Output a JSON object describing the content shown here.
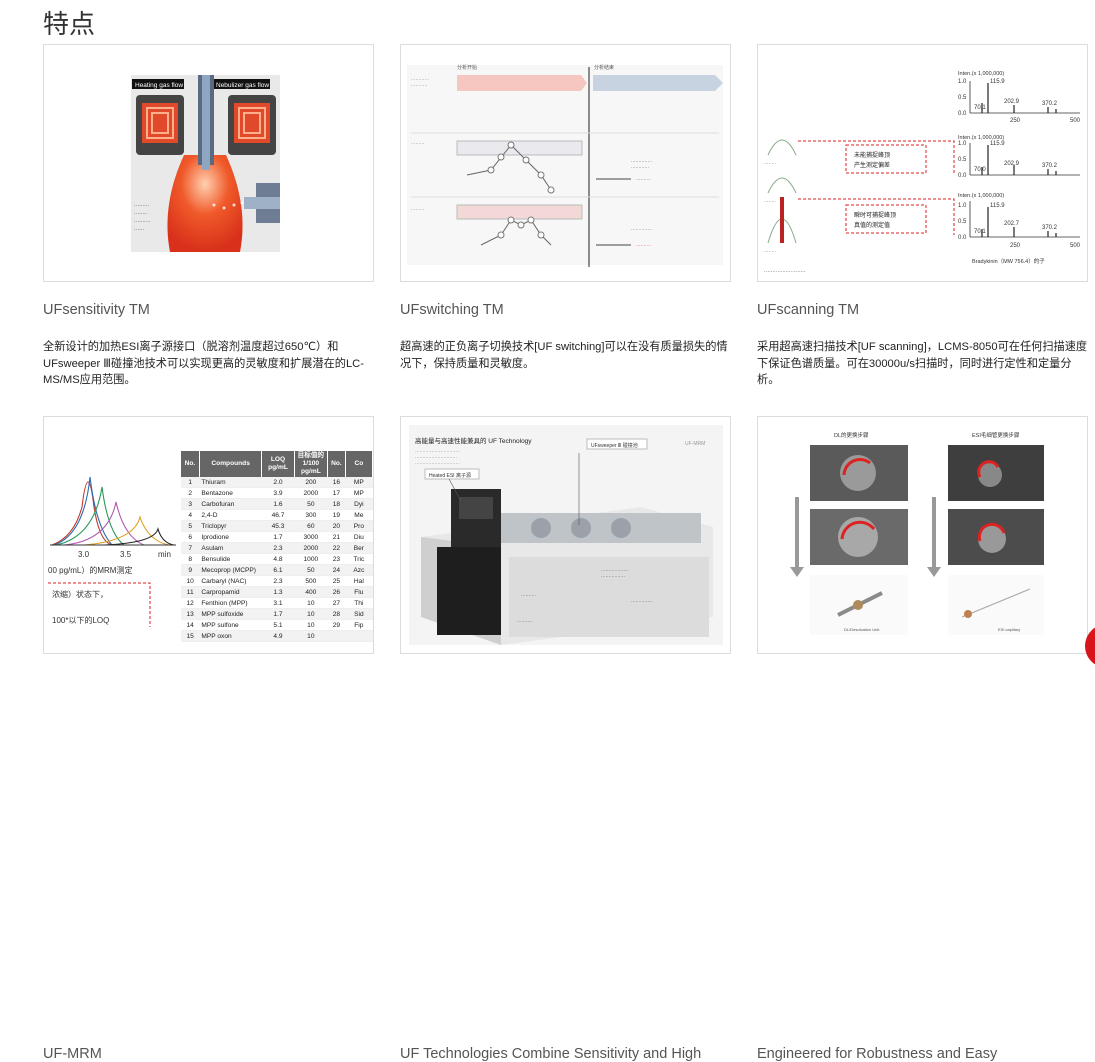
{
  "page": {
    "title": "特点"
  },
  "cards": [
    {
      "title": "UFsensitivity TM",
      "description": "全新设计的加热ESI离子源接口（脱溶剂温度超过650℃）和UFsweeper Ⅲ碰撞池技术可以实现更高的灵敏度和扩展潜在的LC-MS/MS应用范围。",
      "image_labels": [
        "Heating gas flow",
        "Nebulizer gas flow"
      ]
    },
    {
      "title": "UFswitching TM",
      "description": "超高速的正负离子切换技术[UF switching]可以在没有质量损失的情况下，保持质量和灵敏度。",
      "image_labels": [
        "分析开始",
        "分析结束"
      ]
    },
    {
      "title": "UFscanning TM",
      "description": "采用超高速扫描技术[UF scanning]，LCMS-8050可在任何扫描速度下保证色谱质量。可在30000u/s扫描时，同时进行定性和定量分析。",
      "image_labels": [
        "Inten.(x 1,000,000)",
        "Bradykinin（MW 756.4）的子",
        "未能捕捉峰顶",
        "产生测定偏差",
        "瞬时可捕捉峰顶",
        "真值的测定值",
        "1.0",
        "0.5",
        "0.0",
        "250",
        "500",
        "115.9",
        "202.9",
        "370.2",
        "70.1"
      ]
    },
    {
      "title": "UF-MRM",
      "description": "",
      "image_labels": [
        "3.0",
        "3.5",
        "min",
        "00 pg/mL）的MRM测定",
        "浓缩）状态下，",
        "100*以下的LOQ"
      ],
      "table": {
        "headers": [
          "No.",
          "Compounds",
          "LOQ pg/mL",
          "目标值的1/100 pg/mL",
          "No.",
          "Co"
        ],
        "rows": [
          [
            "1",
            "Thiuram",
            "2.0",
            "200",
            "16",
            "MP"
          ],
          [
            "2",
            "Bentazone",
            "3.9",
            "2000",
            "17",
            "MP"
          ],
          [
            "3",
            "Carbofuran",
            "1.6",
            "50",
            "18",
            "Dyi"
          ],
          [
            "4",
            "2,4-D",
            "46.7",
            "300",
            "19",
            "Me"
          ],
          [
            "5",
            "Triclopyr",
            "45.3",
            "60",
            "20",
            "Pro"
          ],
          [
            "6",
            "Iprodione",
            "1.7",
            "3000",
            "21",
            "Diu"
          ],
          [
            "7",
            "Asulam",
            "2.3",
            "2000",
            "22",
            "Ber"
          ],
          [
            "8",
            "Bensulide",
            "4.8",
            "1000",
            "23",
            "Tric"
          ],
          [
            "9",
            "Mecoprop (MCPP)",
            "6.1",
            "50",
            "24",
            "Azc"
          ],
          [
            "10",
            "Carbaryl (NAC)",
            "2.3",
            "500",
            "25",
            "Hal"
          ],
          [
            "11",
            "Carpropamid",
            "1.3",
            "400",
            "26",
            "Flu"
          ],
          [
            "12",
            "Fenthion (MPP)",
            "3.1",
            "10",
            "27",
            "Thi"
          ],
          [
            "13",
            "MPP sulfoxide",
            "1.7",
            "10",
            "28",
            "Sid"
          ],
          [
            "14",
            "MPP sulfone",
            "5.1",
            "10",
            "29",
            "Fip"
          ],
          [
            "15",
            "MPP oxon",
            "4.9",
            "10",
            "",
            ""
          ]
        ]
      }
    },
    {
      "title": "UF Technologies Combine Sensitivity and High",
      "description": "",
      "image_labels": [
        "高能量与高速性能兼具的 UF Technology",
        "UFsweeper Ⅲ 碰撞池",
        "Heated ESI 离子源",
        "UF-MRM"
      ]
    },
    {
      "title": "Engineered for Robustness and Easy",
      "description": "",
      "image_labels": [
        "DL的更换步骤",
        "ESI毛细管更换步骤",
        "DL/Desolvation Unit",
        "ESI capillary"
      ]
    }
  ],
  "colors": {
    "accent_red": "#d8151b",
    "border": "#dcdcdc",
    "title_gray": "#555555"
  }
}
